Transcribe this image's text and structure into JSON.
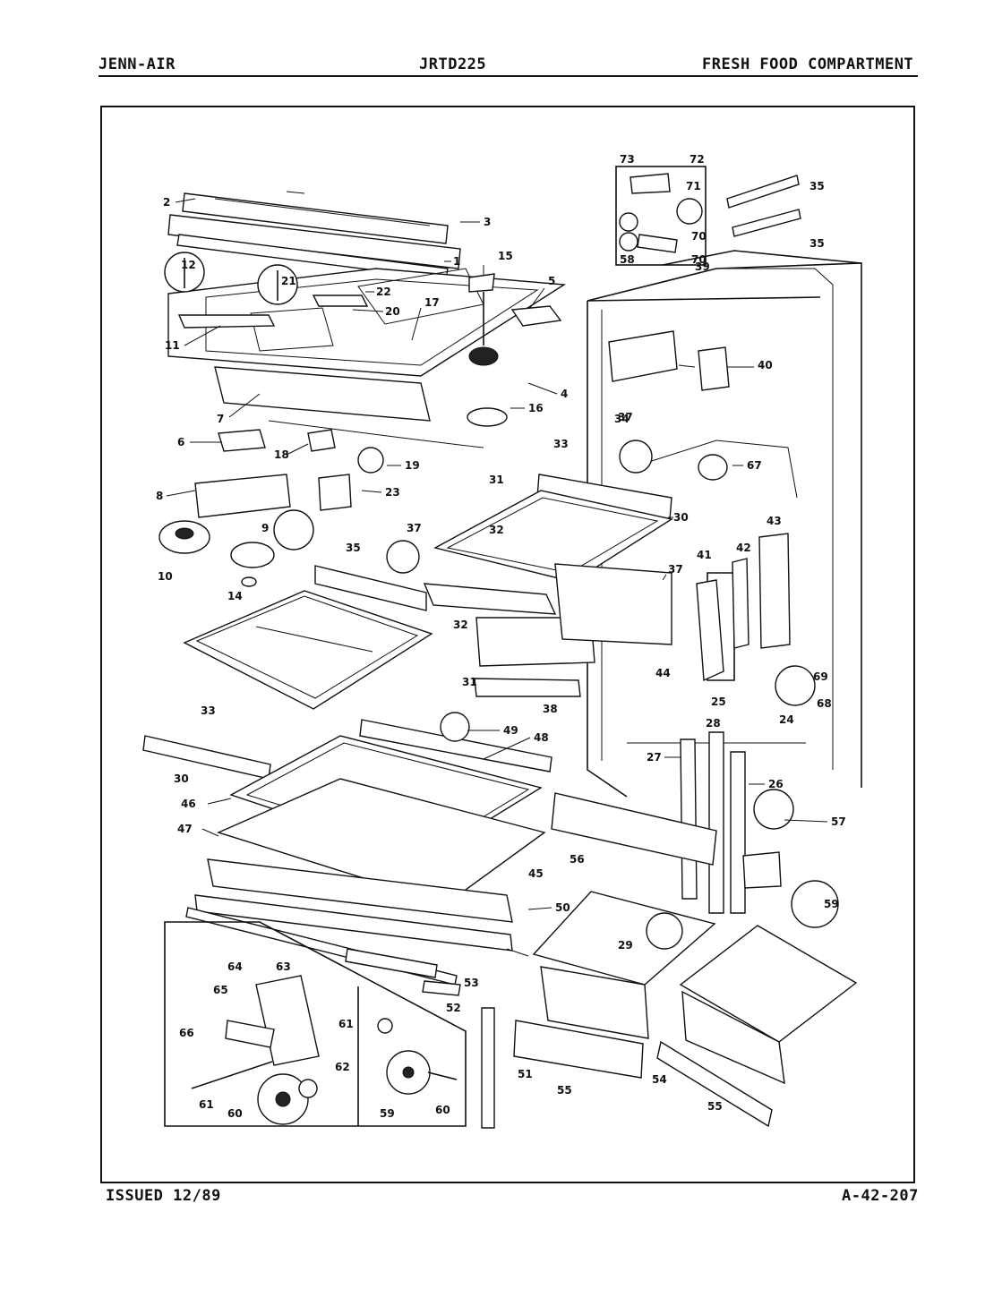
{
  "header": {
    "brand": "JENN-AIR",
    "model": "JRTD225",
    "section": "FRESH FOOD COMPARTMENT"
  },
  "footer": {
    "issued": "ISSUED 12/89",
    "page_id": "A-42-207"
  },
  "labels": [
    "1",
    "2",
    "3",
    "4",
    "5",
    "6",
    "7",
    "8",
    "9",
    "10",
    "11",
    "12",
    "14",
    "15",
    "16",
    "17",
    "18",
    "19",
    "20",
    "21",
    "22",
    "23",
    "24",
    "25",
    "26",
    "27",
    "28",
    "29",
    "30",
    "31",
    "32",
    "33",
    "34",
    "35",
    "37",
    "38",
    "39",
    "40",
    "41",
    "42",
    "43",
    "44",
    "45",
    "46",
    "47",
    "48",
    "49",
    "50",
    "51",
    "52",
    "53",
    "54",
    "55",
    "56",
    "57",
    "58",
    "59",
    "60",
    "61",
    "62",
    "63",
    "64",
    "65",
    "66",
    "67",
    "68",
    "69",
    "70",
    "71",
    "72",
    "73"
  ]
}
